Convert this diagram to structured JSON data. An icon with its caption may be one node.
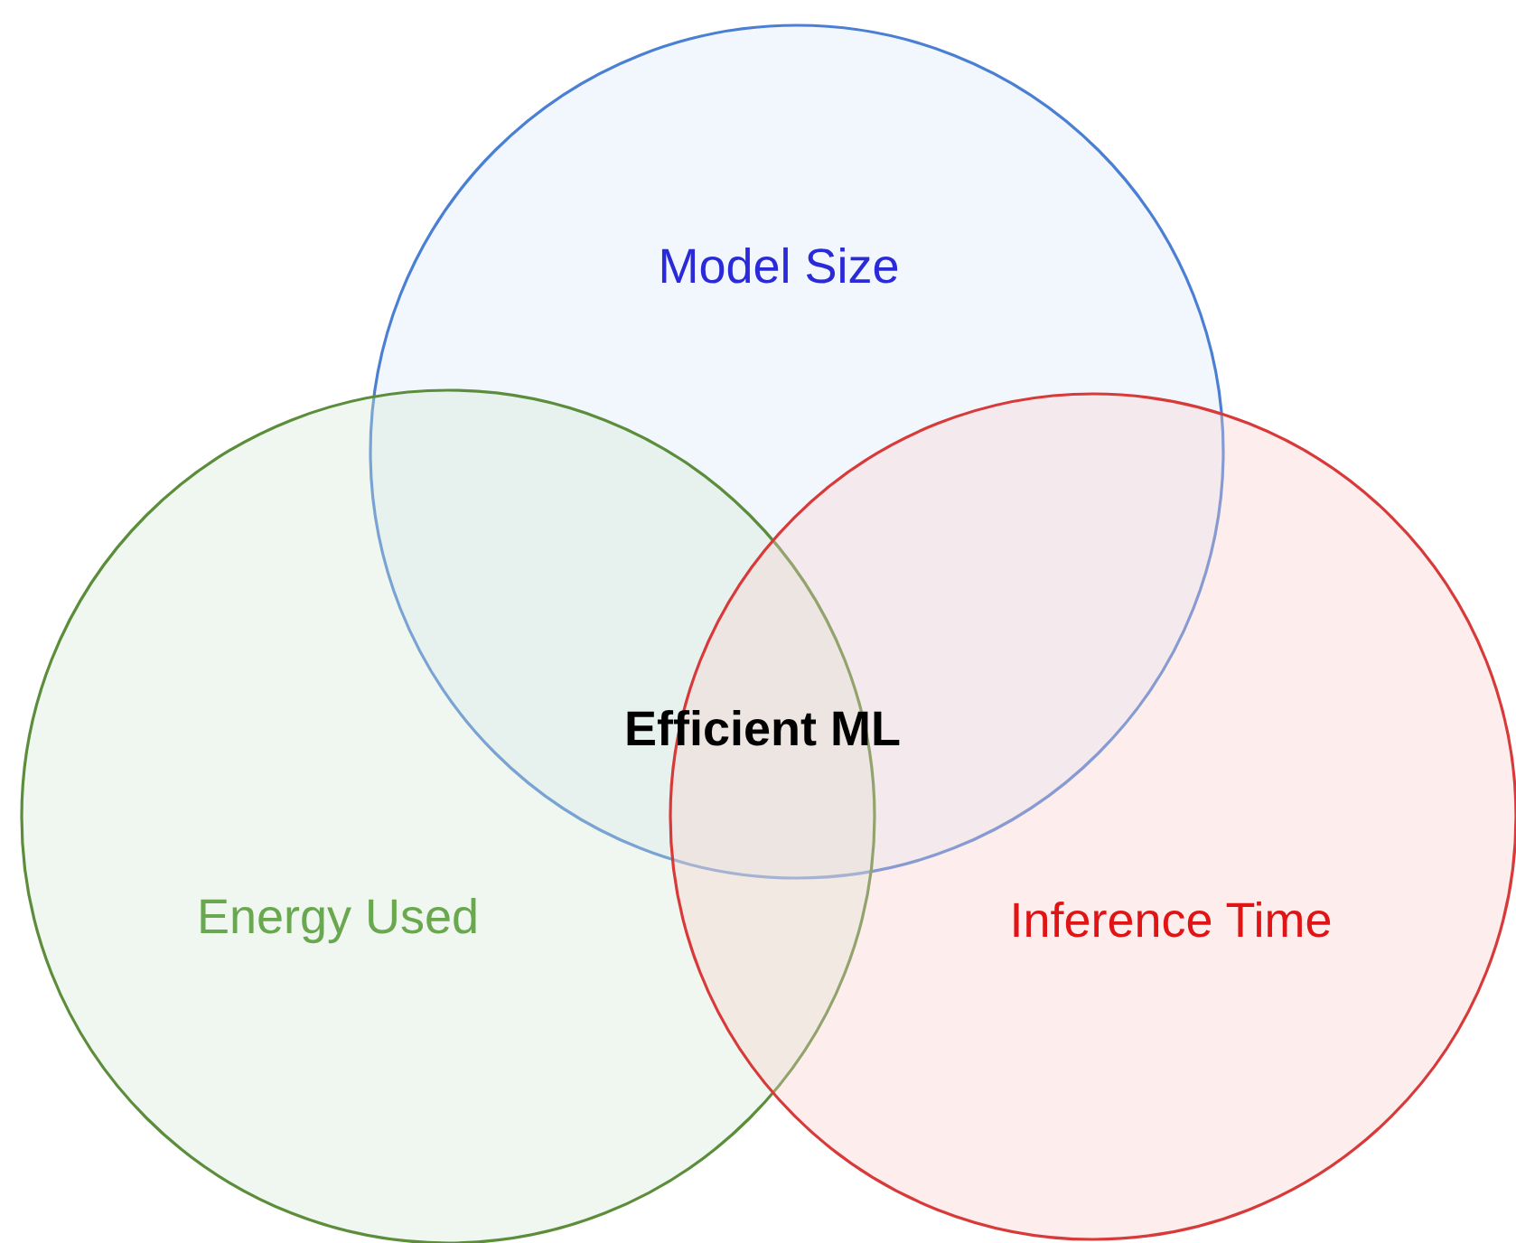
{
  "diagram": {
    "nodes": [
      {
        "text": [
          "Model Size"
        ]
      },
      {
        "text": [
          "Energy Used"
        ]
      },
      {
        "text": [
          "Inference Time"
        ]
      }
    ],
    "labels": [
      "Efficient ML"
    ]
  }
}
